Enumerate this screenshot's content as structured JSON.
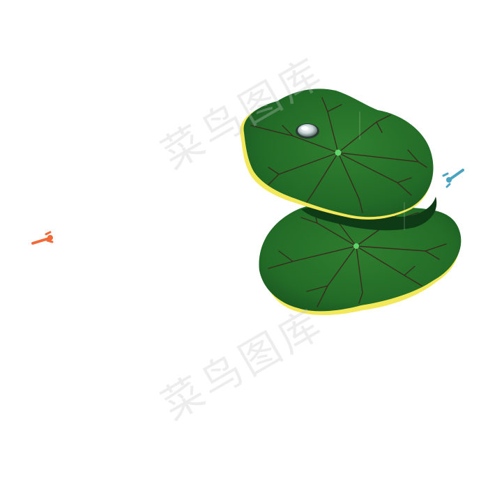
{
  "watermark": {
    "text_upper": "菜鸟图库",
    "text_lower": "菜鸟图库"
  },
  "colors": {
    "leaf_dark": "#1c5a22",
    "leaf_mid": "#2d7a2e",
    "leaf_light": "#3e8f3a",
    "leaf_shadow": "#0f3a16",
    "leaf_edge_highlight": "#f2e85a",
    "leaf_vein": "#3a2a1e",
    "leaf_center": "#5fd46a",
    "dragonfly_orange": "#f06a3a",
    "dragonfly_teal": "#4aa3c0",
    "water_drop": "#e8eef0"
  },
  "icons": {
    "lotus_leaves": "lotus-leaf-pair",
    "water_drop": "water-drop",
    "orange_dragonfly": "dragonfly-orange",
    "teal_dragonfly": "dragonfly-teal"
  }
}
